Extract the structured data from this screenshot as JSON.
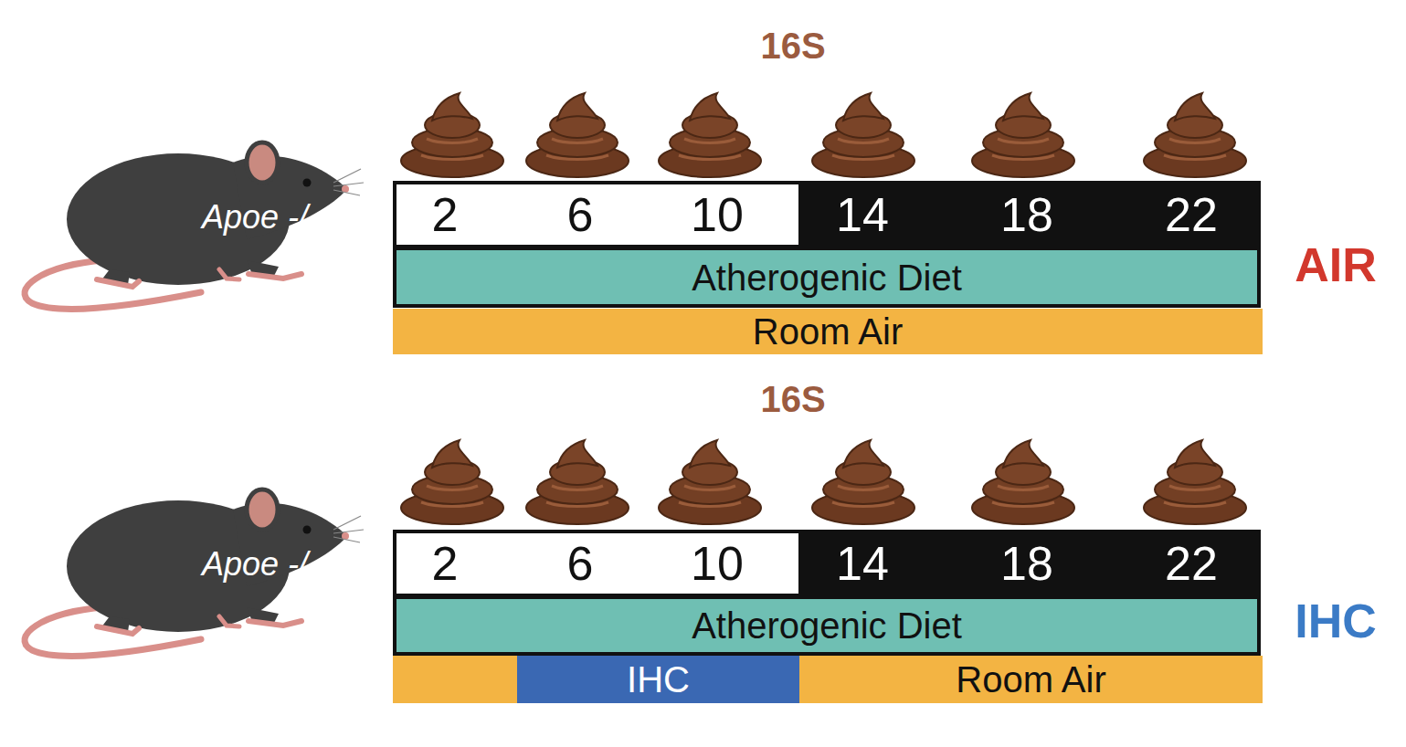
{
  "diagram": {
    "nodes": [
      {
        "text": [
          "Apoe -/-"
        ]
      },
      {
        "text": [
          "2",
          "6",
          "10"
        ]
      },
      {
        "text": [
          "14",
          "18",
          "22"
        ]
      },
      {
        "text": [
          "Atherogenic Diet"
        ]
      },
      {
        "text": [
          "Room Air"
        ]
      },
      {
        "text": [
          "Apoe -/-"
        ]
      },
      {
        "text": [
          "2",
          "6",
          "10"
        ]
      },
      {
        "text": [
          "14",
          "18",
          "22"
        ]
      },
      {
        "text": [
          "Atherogenic Diet"
        ]
      },
      {
        "text": [
          "IHC"
        ]
      },
      {
        "text": [
          "Room Air"
        ]
      }
    ],
    "labels": [
      "16S",
      "AIR",
      "16S",
      "IHC"
    ]
  }
}
